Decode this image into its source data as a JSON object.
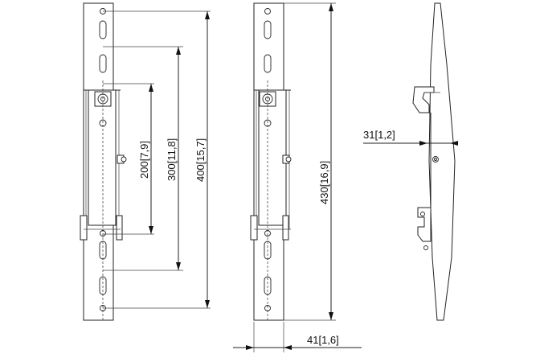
{
  "dimensions": {
    "d200": {
      "value": "200",
      "imperial": "7,9"
    },
    "d300": {
      "value": "300",
      "imperial": "11,8"
    },
    "d400": {
      "value": "400",
      "imperial": "15,7"
    },
    "d430": {
      "value": "430",
      "imperial": "16,9"
    },
    "d31": {
      "value": "31",
      "imperial": "1,2"
    },
    "d41": {
      "value": "41",
      "imperial": "1,6"
    }
  }
}
